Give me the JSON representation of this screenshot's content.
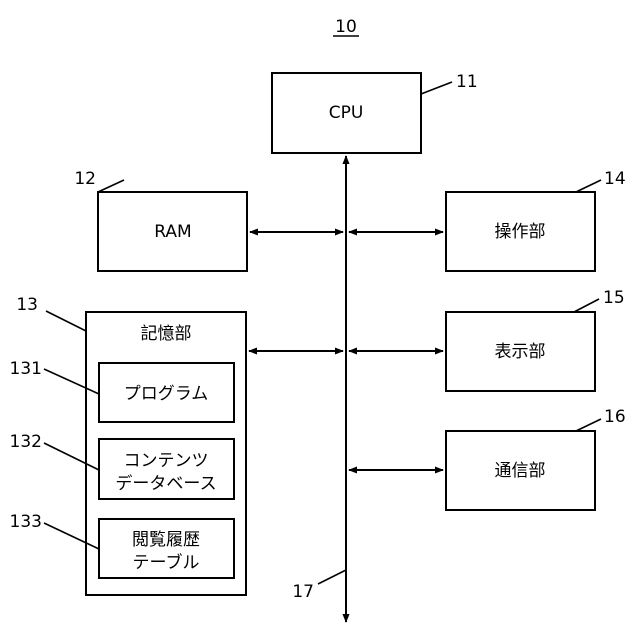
{
  "figure_number": "10",
  "components": {
    "cpu": {
      "label": "CPU",
      "ref": "11"
    },
    "ram": {
      "label": "RAM",
      "ref": "12"
    },
    "storage": {
      "label": "記憶部",
      "ref": "13"
    },
    "operation": {
      "label": "操作部",
      "ref": "14"
    },
    "display": {
      "label": "表示部",
      "ref": "15"
    },
    "communication": {
      "label": "通信部",
      "ref": "16"
    },
    "bus": {
      "ref": "17"
    }
  },
  "storage_items": [
    {
      "ref": "131",
      "lines": [
        "プログラム"
      ]
    },
    {
      "ref": "132",
      "lines": [
        "コンテンツ",
        "データベース"
      ]
    },
    {
      "ref": "133",
      "lines": [
        "閲覧履歴",
        "テーブル"
      ]
    }
  ]
}
